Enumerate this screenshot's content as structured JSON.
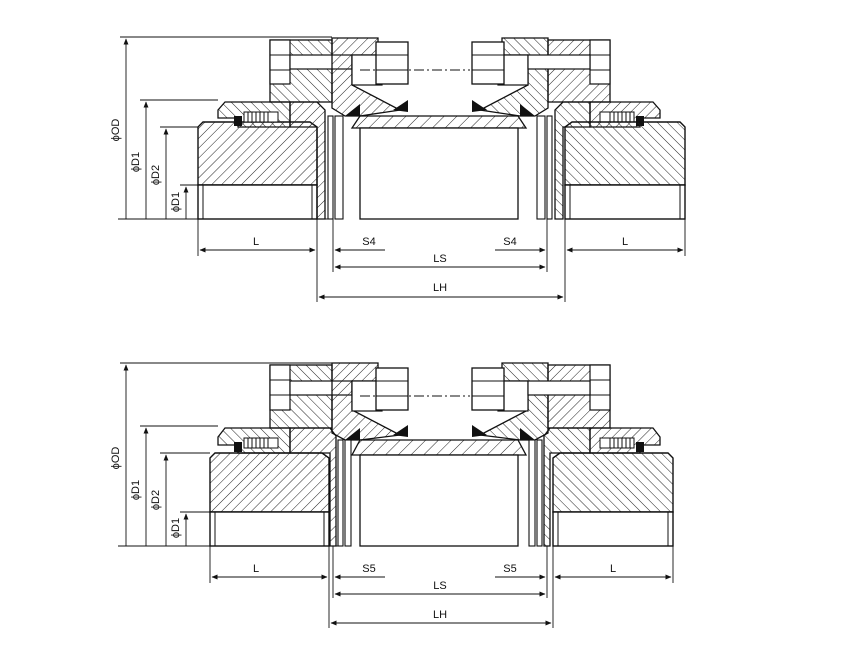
{
  "top": {
    "dim_od": "ϕOD",
    "dim_d1": "ϕD1",
    "dim_d2": "ϕD2",
    "dim_bore": "ϕD1",
    "left_len": "L",
    "right_len": "L",
    "left_gap": "S4",
    "right_gap": "S4",
    "spacer_len": "LS",
    "overall_len": "LH"
  },
  "bottom": {
    "dim_od": "ϕOD",
    "dim_d1": "ϕD1",
    "dim_d2": "ϕD2",
    "dim_bore": "ϕD1",
    "left_len": "L",
    "right_len": "L",
    "left_gap": "S5",
    "right_gap": "S5",
    "spacer_len": "LS",
    "overall_len": "LH"
  },
  "colors": {
    "line": "#111111",
    "hatch": "#222222",
    "seal": "#111111"
  }
}
